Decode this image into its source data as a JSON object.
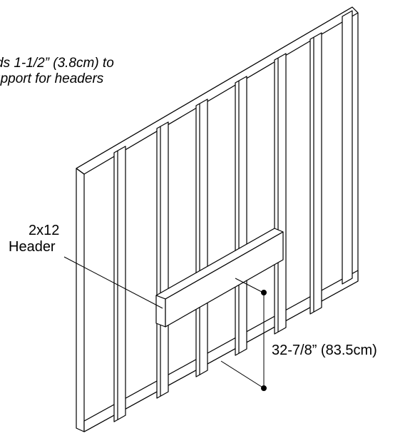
{
  "annotations": {
    "stud_note_line1": "ds 1-1/2” (3.8cm) to",
    "stud_note_line2": "upport for headers",
    "header_size": "2x12",
    "header_word": "Header",
    "height_dimension": "32-7/8” (83.5cm)"
  },
  "colors": {
    "line": "#000000",
    "wood": "#ffffff",
    "background": "#ffffff"
  }
}
